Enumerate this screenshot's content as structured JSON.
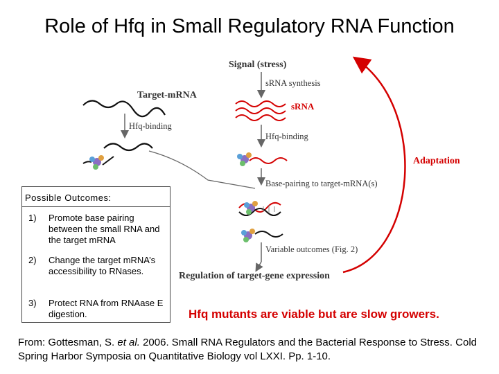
{
  "slide": {
    "title": "Role of Hfq in Small Regulatory RNA Function",
    "diagram": {
      "signal": "Signal (stress)",
      "srna_synthesis": "sRNA synthesis",
      "srna": "sRNA",
      "target_mrna": "Target-mRNA",
      "hfq_binding_left": "Hfq-binding",
      "hfq_binding_right": "Hfq-binding",
      "adaptation": "Adaptation",
      "base_pairing": "Base-pairing to target-mRNA(s)",
      "variable_outcomes": "Variable outcomes (Fig. 2)",
      "regulation": "Regulation of target-gene expression"
    },
    "outcomes": {
      "header": "Possible Outcomes:",
      "items": [
        {
          "num": "1)",
          "text": "Promote base pairing between the small RNA and the target mRNA"
        },
        {
          "num": "2)",
          "text": "Change the target mRNA’s accessibility to RNases."
        },
        {
          "num": "3)",
          "text": "Protect RNA from RNAase E digestion."
        }
      ]
    },
    "mutants_note": "Hfq mutants are viable but are slow growers.",
    "citation": {
      "prefix": "From: Gottesman, S. ",
      "etal": "et al.",
      "suffix": " 2006. Small RNA Regulators and the Bacterial Response to Stress. Cold Spring Harbor Symposia on Quantitative Biology vol LXXI. Pp. 1-10."
    },
    "colors": {
      "red_accent": "#d40000",
      "arrow_gray": "#555555"
    }
  }
}
